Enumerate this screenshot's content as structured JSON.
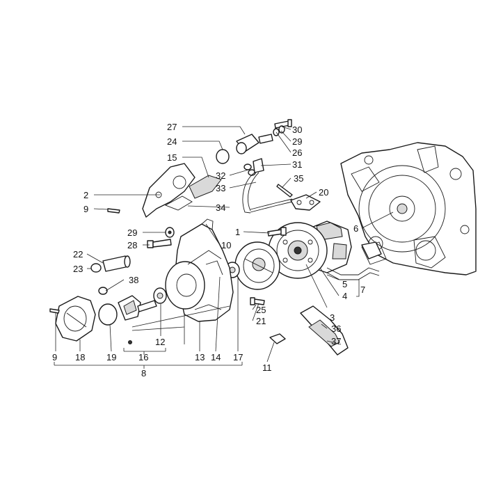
{
  "callouts": [
    {
      "id": "c1",
      "text": "1"
    },
    {
      "id": "c2",
      "text": "2"
    },
    {
      "id": "c3",
      "text": "3"
    },
    {
      "id": "c4",
      "text": "4"
    },
    {
      "id": "c5",
      "text": "5"
    },
    {
      "id": "c6",
      "text": "6"
    },
    {
      "id": "c7",
      "text": "7"
    },
    {
      "id": "c8",
      "text": "8"
    },
    {
      "id": "c9a",
      "text": "9"
    },
    {
      "id": "c9b",
      "text": "9"
    },
    {
      "id": "c10",
      "text": "10"
    },
    {
      "id": "c11",
      "text": "11"
    },
    {
      "id": "c12",
      "text": "12"
    },
    {
      "id": "c13",
      "text": "13"
    },
    {
      "id": "c14",
      "text": "14"
    },
    {
      "id": "c15",
      "text": "15"
    },
    {
      "id": "c16",
      "text": "16"
    },
    {
      "id": "c17",
      "text": "17"
    },
    {
      "id": "c18",
      "text": "18"
    },
    {
      "id": "c19",
      "text": "19"
    },
    {
      "id": "c20",
      "text": "20"
    },
    {
      "id": "c21",
      "text": "21"
    },
    {
      "id": "c22",
      "text": "22"
    },
    {
      "id": "c23",
      "text": "23"
    },
    {
      "id": "c24",
      "text": "24"
    },
    {
      "id": "c25",
      "text": "25"
    },
    {
      "id": "c26",
      "text": "26"
    },
    {
      "id": "c27",
      "text": "27"
    },
    {
      "id": "c28",
      "text": "28"
    },
    {
      "id": "c29a",
      "text": "29"
    },
    {
      "id": "c29b",
      "text": "29"
    },
    {
      "id": "c30",
      "text": "30"
    },
    {
      "id": "c31",
      "text": "31"
    },
    {
      "id": "c32",
      "text": "32"
    },
    {
      "id": "c33",
      "text": "33"
    },
    {
      "id": "c34",
      "text": "34"
    },
    {
      "id": "c35",
      "text": "35"
    },
    {
      "id": "c36",
      "text": "36"
    },
    {
      "id": "c37",
      "text": "37"
    },
    {
      "id": "c38",
      "text": "38"
    }
  ]
}
